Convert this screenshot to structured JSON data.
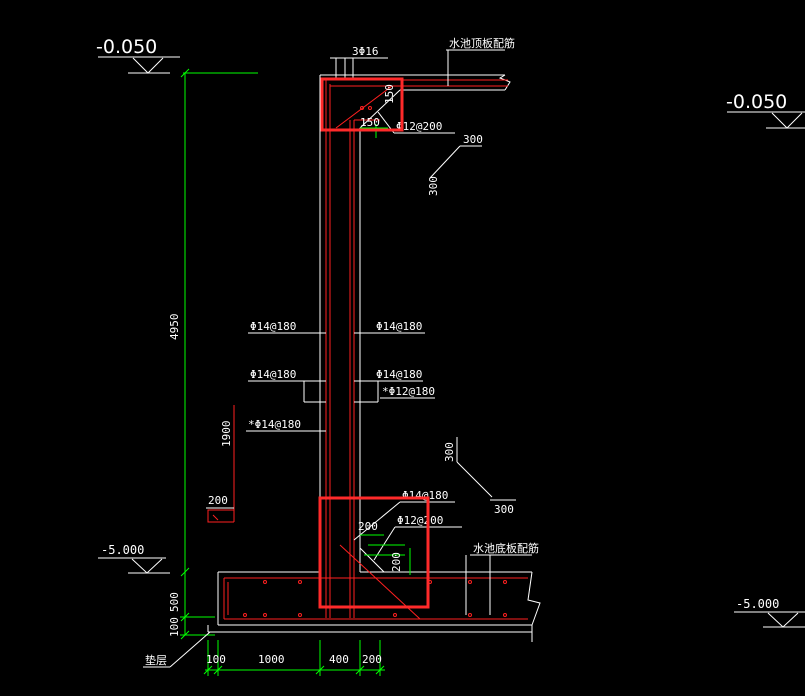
{
  "elevations": {
    "top_left": "-0.050",
    "top_right": "-0.050",
    "bottom_left": "-5.000",
    "bottom_right": "-5.000"
  },
  "top_slab": {
    "bar_top": "3Φ16",
    "slab_rebar_label": "水池顶板配筋",
    "haunch_h": "150",
    "haunch_w": "150",
    "haunch_bar": "Φ12@200",
    "dim_300_a": "300",
    "dim_300_b": "300"
  },
  "wall": {
    "height_dim": "4950",
    "outer_bar_1": "Φ14@180",
    "inner_bar_1": "Φ14@180",
    "outer_bar_2": "Φ14@180",
    "inner_bar_2": "Φ14@180",
    "inner_add_bar": "*Φ12@180",
    "outer_add_bar": "*Φ14@180",
    "add_bar_length": "1900",
    "left_hook": "200"
  },
  "bottom_slab": {
    "dim_300_a": "300",
    "dim_300_b": "300",
    "bar_1": "Φ14@180",
    "haunch_bar": "Φ12@200",
    "haunch_w": "200",
    "haunch_h": "200",
    "slab_rebar_label": "水池底板配筋",
    "thickness": "500",
    "cushion_thickness": "100",
    "cushion_label": "垫层"
  },
  "bottom_dims": [
    "100",
    "1000",
    "400",
    "200"
  ],
  "colors": {
    "background": "#000000",
    "line": "#ffffff",
    "dimension": "#00ff00",
    "rebar": "#ff2020",
    "highlight": "#ff2a2a"
  }
}
